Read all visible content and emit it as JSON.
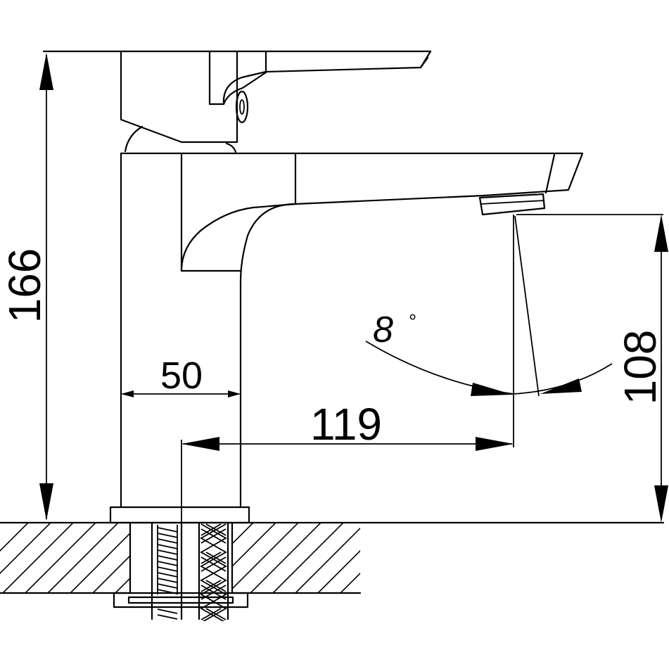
{
  "diagram": {
    "dimensions": {
      "total_height": "166",
      "base_width": "50",
      "spout_reach": "119",
      "spout_height": "108",
      "spout_angle": "8",
      "degree_symbol": "°"
    }
  }
}
